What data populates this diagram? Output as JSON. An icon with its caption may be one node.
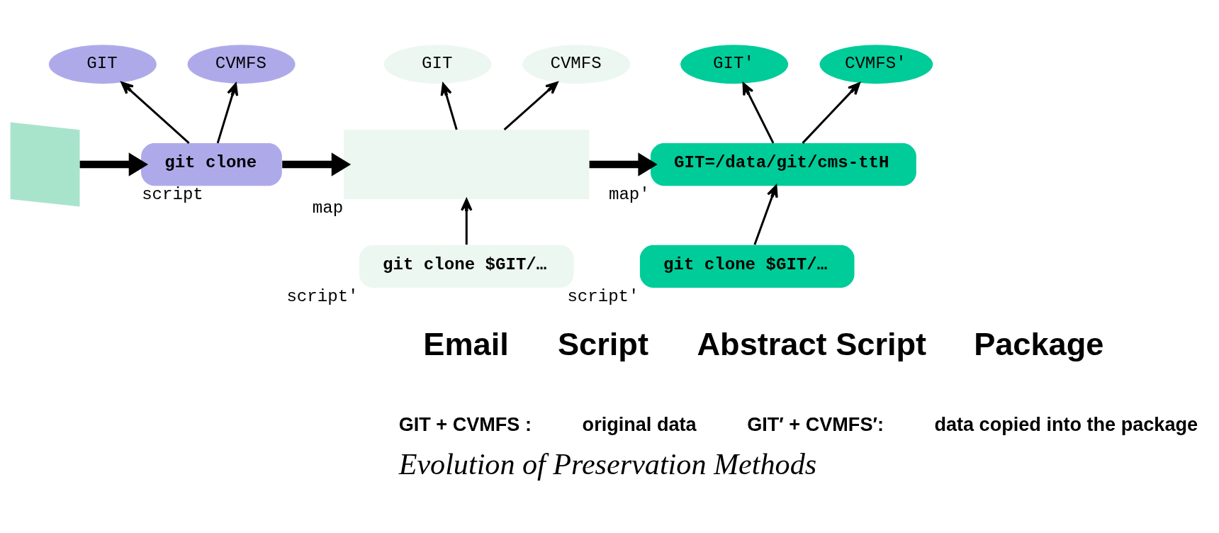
{
  "diagram": {
    "caption": "Evolution of Preservation Methods",
    "nodes": [
      {
        "text": [],
        "shape": "box"
      },
      {
        "text": [
          "GIT"
        ]
      },
      {
        "text": [
          "CVMFS"
        ]
      },
      {
        "text": [
          "git clone"
        ],
        "beside": [
          "script"
        ]
      },
      {
        "text": [
          "GIT"
        ]
      },
      {
        "text": [
          "CVMFS"
        ]
      },
      {
        "text": [],
        "shape": "box",
        "beside": [
          "map"
        ]
      },
      {
        "text": [
          "git clone $GIT/…"
        ],
        "beside": [
          "script′"
        ]
      },
      {
        "text": [
          "GIT′"
        ]
      },
      {
        "text": [
          "CVMFS′"
        ]
      },
      {
        "text": [
          "GIT=/data/git/cms-ttH"
        ],
        "beside": [
          "map′"
        ]
      },
      {
        "text": [
          "git clone $GIT/…"
        ],
        "beside": [
          "script′"
        ]
      }
    ],
    "edges": [
      {
        "from": 0,
        "to": 3,
        "arrow": "to",
        "style": "thick"
      },
      {
        "from": 3,
        "to": 1,
        "arrow": "to"
      },
      {
        "from": 3,
        "to": 2,
        "arrow": "to"
      },
      {
        "from": 3,
        "to": 6,
        "arrow": "to",
        "style": "thick"
      },
      {
        "from": 6,
        "to": 4,
        "arrow": "to"
      },
      {
        "from": 6,
        "to": 5,
        "arrow": "to"
      },
      {
        "from": 7,
        "to": 6,
        "arrow": "to"
      },
      {
        "from": 6,
        "to": 10,
        "arrow": "to",
        "style": "thick"
      },
      {
        "from": 10,
        "to": 8,
        "arrow": "to"
      },
      {
        "from": 10,
        "to": 9,
        "arrow": "to"
      },
      {
        "from": 11,
        "to": 10,
        "arrow": "to"
      }
    ],
    "labels": [
      "Email",
      "Script",
      "Abstract Script",
      "Package",
      "GIT + CVMFS :",
      "original data",
      "GIT′ + CVMFS′:",
      "data copied into the package"
    ]
  }
}
